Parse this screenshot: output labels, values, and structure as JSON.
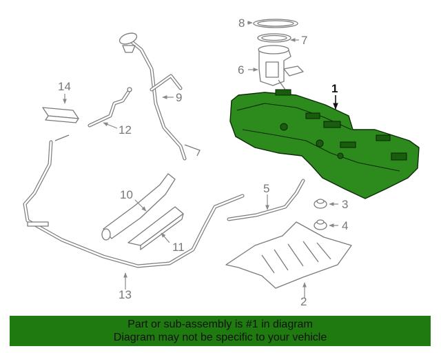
{
  "diagram": {
    "labels": {
      "p1": "1",
      "p2": "2",
      "p3": "3",
      "p4": "4",
      "p5": "5",
      "p6": "6",
      "p7": "7",
      "p8": "8",
      "p9": "9",
      "p10": "10",
      "p11": "11",
      "p12": "12",
      "p13": "13",
      "p14": "14"
    },
    "highlighted_part": "1",
    "highlight_color": "#2d8a1c"
  },
  "banner": {
    "line1": "Part or sub-assembly is #1 in diagram",
    "line2": "Diagram may not be specific to your vehicle",
    "background": "#1f7a10"
  }
}
